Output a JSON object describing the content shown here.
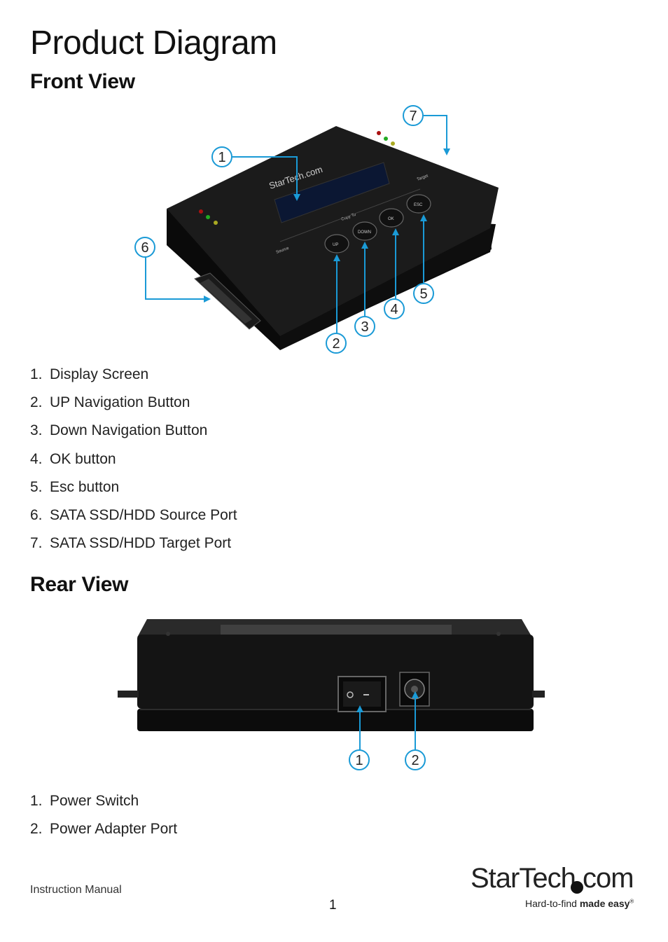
{
  "page": {
    "title": "Product Diagram",
    "footer_label": "Instruction Manual",
    "page_number": "1"
  },
  "front": {
    "heading": "Front View",
    "items": [
      {
        "num": "1.",
        "label": "Display Screen"
      },
      {
        "num": "2.",
        "label": "UP Navigation Button"
      },
      {
        "num": "3.",
        "label": "Down Navigation Button"
      },
      {
        "num": "4.",
        "label": "OK button"
      },
      {
        "num": "5.",
        "label": "Esc button"
      },
      {
        "num": "6.",
        "label": "SATA SSD/HDD Source Port"
      },
      {
        "num": "7.",
        "label": "SATA SSD/HDD Target Port"
      }
    ],
    "callouts": [
      "1",
      "2",
      "3",
      "4",
      "5",
      "6",
      "7"
    ],
    "device": {
      "brand": "StarTech.com",
      "source_label": "Source",
      "copy_label": "Copy To",
      "target_label": "Target",
      "buttons": [
        "UP",
        "DOWN",
        "OK",
        "ESC"
      ]
    }
  },
  "rear": {
    "heading": "Rear View",
    "items": [
      {
        "num": "1.",
        "label": "Power Switch"
      },
      {
        "num": "2.",
        "label": "Power Adapter Port"
      }
    ],
    "callouts": [
      "1",
      "2"
    ]
  },
  "logo": {
    "brand_main": "StarTech",
    "brand_suffix": "com",
    "tagline_regular": "Hard-to-find ",
    "tagline_bold": "made easy",
    "tagline_mark": "®"
  },
  "colors": {
    "callout_blue": "#1a9ad6",
    "device_body": "#141414"
  }
}
